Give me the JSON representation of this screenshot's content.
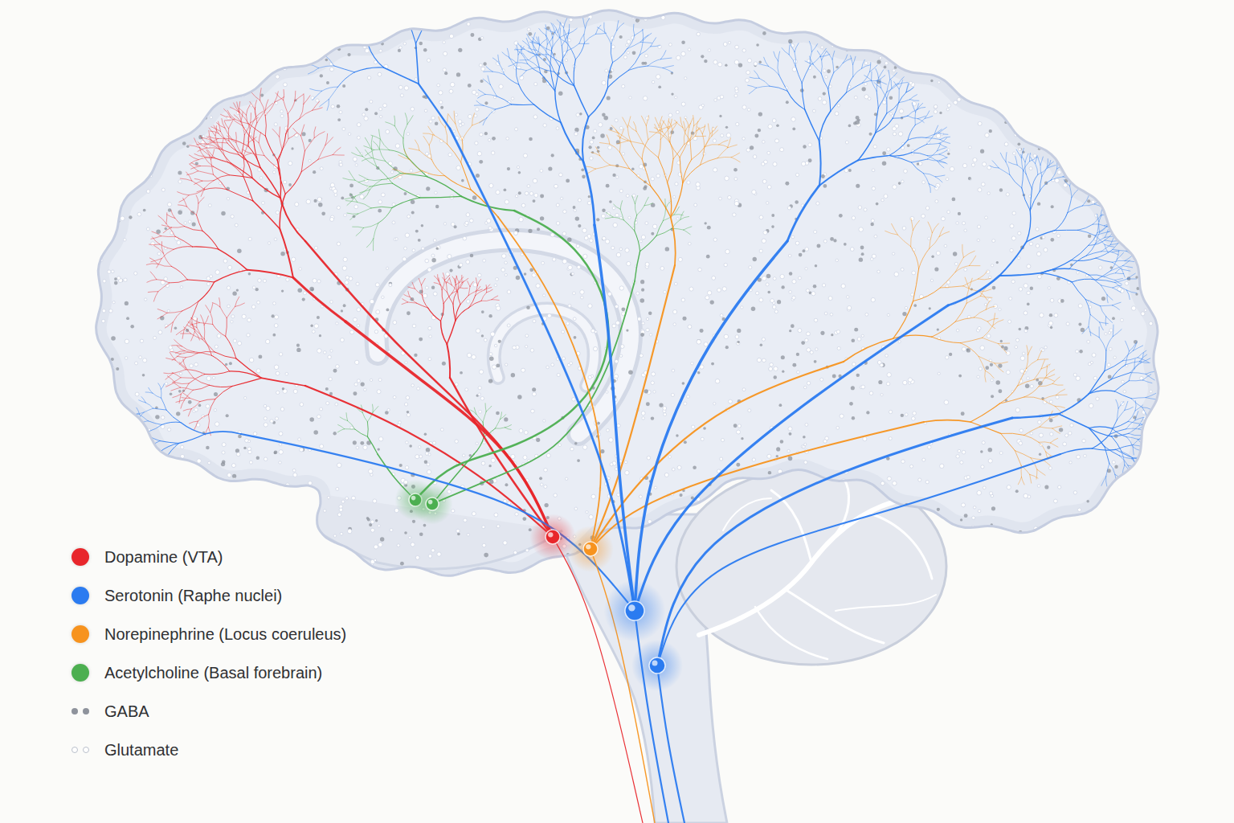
{
  "diagram": {
    "legend": [
      {
        "text": "Dopamine (VTA)",
        "color": "#e8262b"
      },
      {
        "text": "Serotonin (Raphe nuclei)",
        "color": "#2b7bf0"
      },
      {
        "text": "Norepinephrine (Locus coeruleus)",
        "color": "#f7931e"
      },
      {
        "text": "Acetylcholine (Basal forebrain)",
        "color": "#4caf50"
      },
      {
        "text": "GABA"
      },
      {
        "text": "Glutamate"
      }
    ]
  }
}
